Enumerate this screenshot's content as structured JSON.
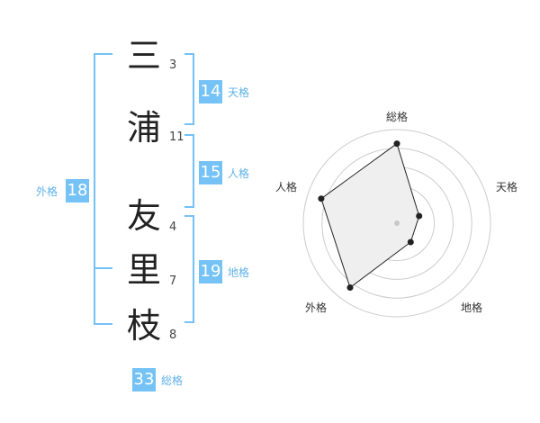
{
  "name": {
    "chars": [
      {
        "char": "三",
        "strokes": "3"
      },
      {
        "char": "浦",
        "strokes": "11"
      },
      {
        "char": "友",
        "strokes": "4"
      },
      {
        "char": "里",
        "strokes": "7"
      },
      {
        "char": "枝",
        "strokes": "8"
      }
    ]
  },
  "fortune": {
    "tenkaku": {
      "value": "14",
      "label": "天格"
    },
    "jinkaku": {
      "value": "15",
      "label": "人格"
    },
    "chikaku": {
      "value": "19",
      "label": "地格"
    },
    "gaikaku": {
      "value": "18",
      "label": "外格"
    },
    "soukaku": {
      "value": "33",
      "label": "総格"
    }
  },
  "colors": {
    "bracket": "#74c2f6",
    "badge": "#74c2f6",
    "badge_label": "#5fb2ea",
    "radar_fill": "#efefef",
    "radar_grid": "#cccccc"
  },
  "radar": {
    "axes": [
      "総格",
      "天格",
      "地格",
      "外格",
      "人格"
    ],
    "values": [
      0.85,
      0.25,
      0.25,
      0.85,
      0.85
    ],
    "rings": 5
  }
}
